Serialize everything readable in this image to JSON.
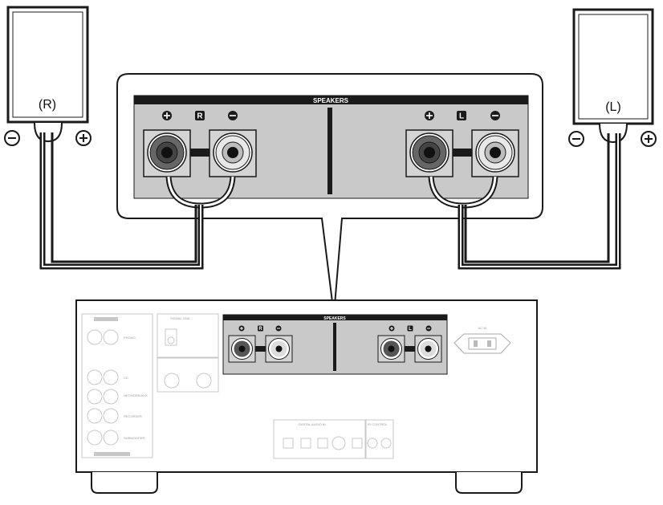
{
  "speakers": {
    "right_label": "(R)",
    "left_label": "(L)"
  },
  "panel": {
    "header": "SPEAKERS",
    "right_channel_letter": "R",
    "left_channel_letter": "L"
  },
  "rear": {
    "header": "SPEAKERS",
    "right_channel_letter": "R",
    "left_channel_letter": "L",
    "ac_in_label": "AC IN",
    "faint_labels": [
      "PHONO",
      "CD",
      "NETWORK/AUX",
      "RECORDER",
      "SUBWOOFER",
      "SIGNAL GND",
      "DIGITAL AUDIO IN",
      "IR CONTROL"
    ]
  },
  "colors": {
    "line": "#1a1a1a",
    "panel_fill": "#c9c9c9",
    "faint": "#c8c8c8"
  }
}
